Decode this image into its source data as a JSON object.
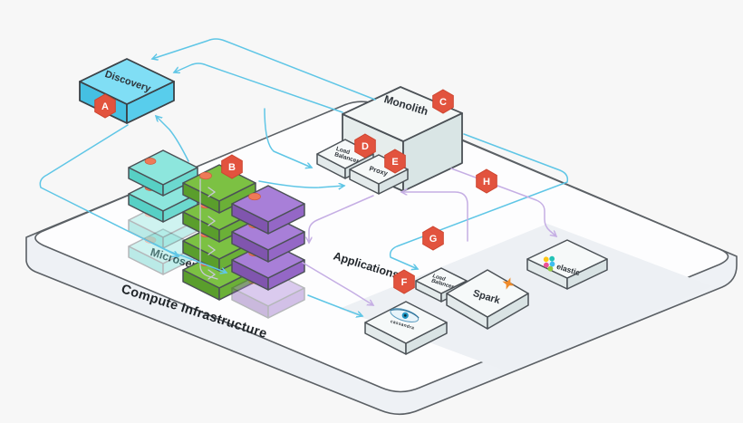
{
  "diagram": {
    "background": "#f7f7f7",
    "platform_label": "Compute Infrastructure",
    "zones": {
      "microservices": "Microservices",
      "applications": "Applications"
    },
    "nodes": {
      "discovery": "Discovery",
      "monolith": "Monolith",
      "load_balancer": {
        "line1": "Load",
        "line2": "Balancer"
      },
      "proxy": "Proxy",
      "apps_load_balancer": {
        "line1": "Load",
        "line2": "Balancer"
      },
      "spark": "Spark",
      "cassandra": "cassandra",
      "elastic": "elastic"
    },
    "badges": [
      {
        "letter": "A"
      },
      {
        "letter": "B"
      },
      {
        "letter": "C"
      },
      {
        "letter": "D"
      },
      {
        "letter": "E"
      },
      {
        "letter": "F"
      },
      {
        "letter": "G"
      },
      {
        "letter": "H"
      }
    ],
    "icons": {
      "spark": "star-icon",
      "cassandra": "eye-icon",
      "elastic": "dots-cluster-icon"
    },
    "colors": {
      "badge": "#e2533e",
      "flow_blue": "#5fc6e6",
      "flow_purple": "#c5aee4",
      "discovery_top": "#80def5",
      "microservice_green": "#7cc143",
      "microservice_purple": "#a87fd8",
      "microservice_teal": "#8de6dd",
      "box_white": "#f4f7f6",
      "platform": "#fdfdfe"
    }
  }
}
